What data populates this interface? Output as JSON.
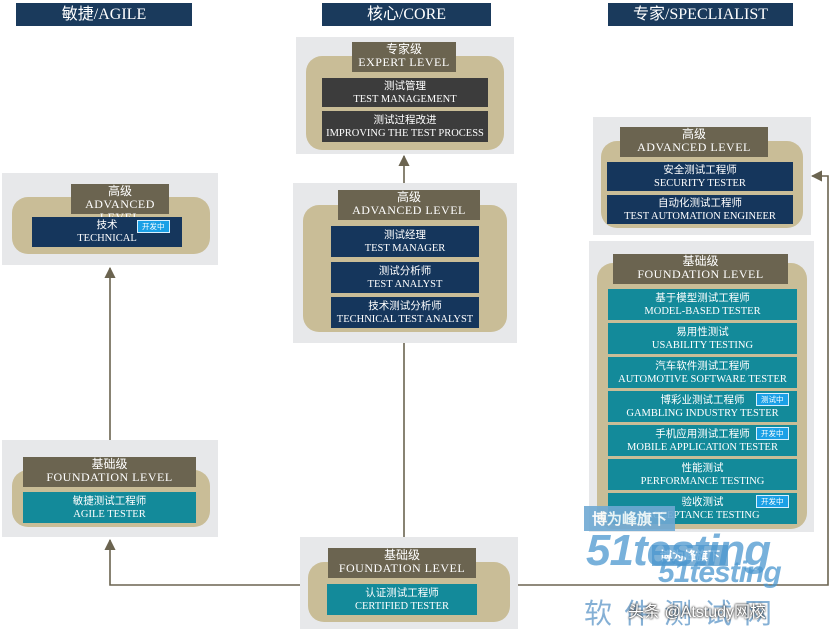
{
  "headers": {
    "agile": "敏捷/AGILE",
    "core": "核心/CORE",
    "specialist": "专家/SPECLIALIST"
  },
  "core": {
    "expert": {
      "cn": "专家级",
      "en": "EXPERT LEVEL",
      "items": [
        {
          "cn": "测试管理",
          "en": "TEST MANAGEMENT"
        },
        {
          "cn": "测试过程改进",
          "en": "IMPROVING THE TEST PROCESS"
        }
      ]
    },
    "advanced": {
      "cn": "高级",
      "en": "ADVANCED LEVEL",
      "items": [
        {
          "cn": "测试经理",
          "en": "TEST MANAGER"
        },
        {
          "cn": "测试分析师",
          "en": "TEST ANALYST"
        },
        {
          "cn": "技术测试分析师",
          "en": "TECHNICAL TEST ANALYST"
        }
      ]
    },
    "foundation": {
      "cn": "基础级",
      "en": "FOUNDATION LEVEL",
      "items": [
        {
          "cn": "认证测试工程师",
          "en": "CERTIFIED TESTER"
        }
      ]
    }
  },
  "agile": {
    "advanced": {
      "cn": "高级",
      "en": "ADVANCED LEVEL",
      "items": [
        {
          "cn": "技术",
          "en": "TECHNICAL",
          "badge": "开发中"
        }
      ]
    },
    "foundation": {
      "cn": "基础级",
      "en": "FOUNDATION LEVEL",
      "items": [
        {
          "cn": "敏捷测试工程师",
          "en": "AGILE TESTER"
        }
      ]
    }
  },
  "specialist": {
    "advanced": {
      "cn": "高级",
      "en": "ADVANCED LEVEL",
      "items": [
        {
          "cn": "安全测试工程师",
          "en": "SECURITY TESTER"
        },
        {
          "cn": "自动化测试工程师",
          "en": "TEST AUTOMATION ENGINEER"
        }
      ]
    },
    "foundation": {
      "cn": "基础级",
      "en": "FOUNDATION LEVEL",
      "items": [
        {
          "cn": "基于模型测试工程师",
          "en": "MODEL-BASED TESTER"
        },
        {
          "cn": "易用性测试",
          "en": "USABILITY TESTING"
        },
        {
          "cn": "汽车软件测试工程师",
          "en": "AUTOMOTIVE SOFTWARE TESTER"
        },
        {
          "cn": "博彩业测试工程师",
          "en": "GAMBLING INDUSTRY TESTER",
          "badge": "测试中"
        },
        {
          "cn": "手机应用测试工程师",
          "en": "MOBILE APPLICATION TESTER",
          "badge": "开发中"
        },
        {
          "cn": "性能测试",
          "en": "PERFORMANCE TESTING"
        },
        {
          "cn": "验收测试",
          "en": "ACCEPTANCE TESTING",
          "badge": "开发中"
        }
      ]
    }
  },
  "watermarks": {
    "banner1": "博为峰旗下",
    "banner2": "博为峰旗下",
    "logo1": "51testing",
    "logo2": "51testing",
    "cn": "软件测试网",
    "credit": "头条 @Atstudy网校"
  }
}
